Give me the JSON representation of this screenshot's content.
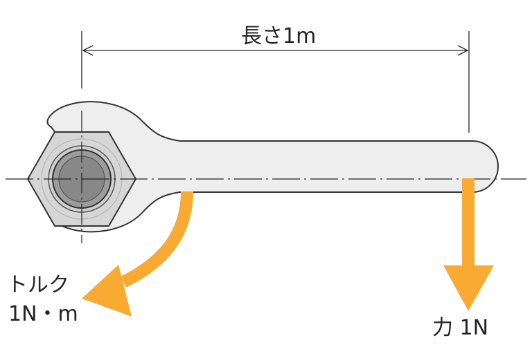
{
  "labels": {
    "length": "長さ1m",
    "torque_name": "トルク",
    "torque_value": "1N・m",
    "force": "力 1N"
  },
  "colors": {
    "arrow": "#f9aa33",
    "wrench_fill": "#eeeeee",
    "wrench_stroke": "#333333",
    "nut_fill": "#d6d6d6",
    "bolt_fill": "#8a8a8a",
    "line": "#222222"
  }
}
